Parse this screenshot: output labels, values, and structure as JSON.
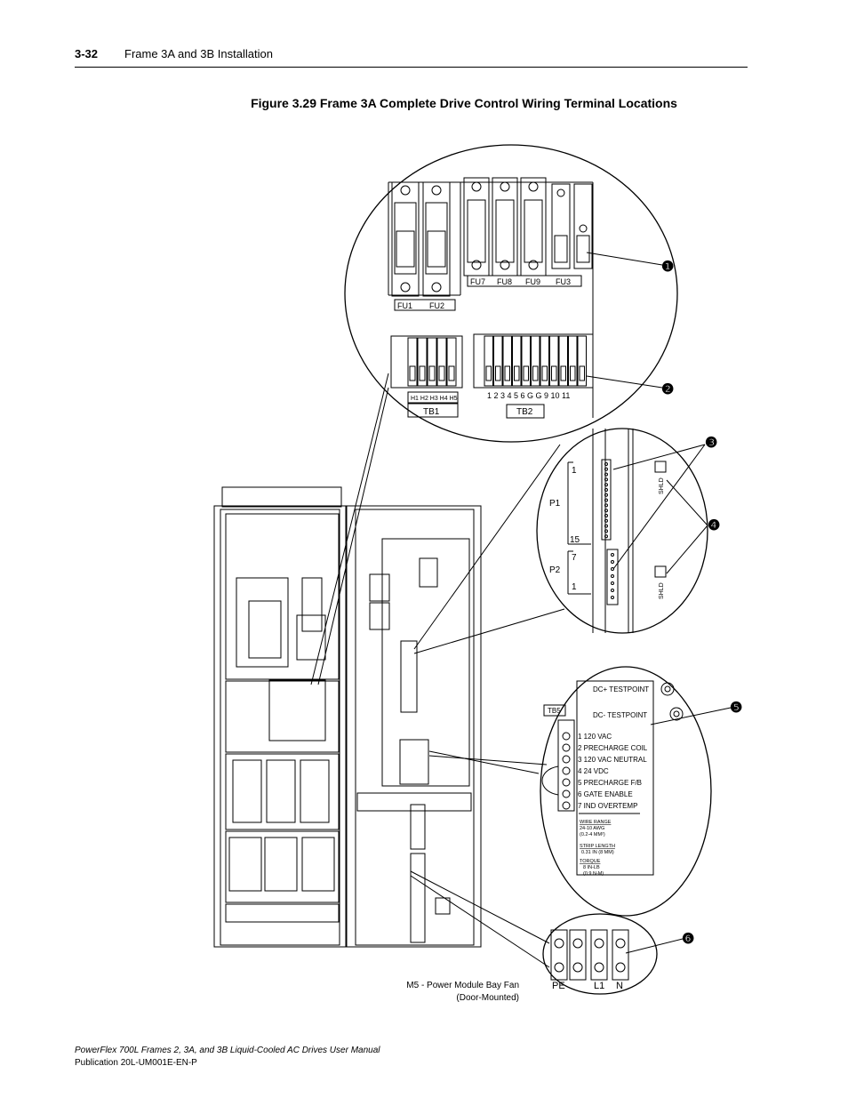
{
  "header": {
    "page_number": "3-32",
    "section_title": "Frame 3A and 3B Installation"
  },
  "figure": {
    "caption": "Figure 3.29   Frame 3A Complete Drive Control Wiring Terminal Locations",
    "callouts": [
      "❶",
      "❷",
      "❸",
      "❹",
      "❺",
      "❻"
    ],
    "zoom1": {
      "fuse_labels_top": [
        "FU7",
        "FU8",
        "FU9",
        "FU3"
      ],
      "fuse_labels_left": [
        "FU1",
        "FU2"
      ],
      "tb1_terminals": "H1 H2 H3 H4 H5",
      "tb1_label": "TB1",
      "tb2_terminals": "1  2  3  4  5  6  G  G  9 10 11",
      "tb2_label": "TB2"
    },
    "zoom2": {
      "p1_label": "P1",
      "p1_top": "1",
      "p1_bottom": "15",
      "p2_label": "P2",
      "p2_top": "7",
      "p2_bottom": "1",
      "shld_label": "SHLD"
    },
    "zoom3": {
      "tb5_label": "TB5",
      "dc_plus": "DC+ TESTPOINT",
      "dc_minus": "DC- TESTPOINT",
      "terminals": [
        "1  120 VAC",
        "2  PRECHARGE COIL",
        "3  120 VAC NEUTRAL",
        "4  24 VDC",
        "5  PRECHARGE F/B",
        "6  GATE ENABLE",
        "7  IND OVERTEMP"
      ],
      "wire_range_title": "WIRE RANGE",
      "wire_range_value": "24-10 AWG",
      "wire_range_value2": "(0.2-4 MM²)",
      "strip_title": "STRIP LENGTH",
      "strip_value": "0.31 IN (8 MM)",
      "torque_title": "TORQUE",
      "torque_value": "8 IN-LB",
      "torque_value2": "(0.9 N-M)"
    },
    "zoom4": {
      "labels": [
        "PE",
        "L1",
        "N"
      ],
      "fan_caption_1": "M5 - Power Module Bay Fan",
      "fan_caption_2": "(Door-Mounted)"
    }
  },
  "footer": {
    "manual_title": "PowerFlex 700L Frames 2, 3A, and 3B Liquid-Cooled AC Drives User Manual",
    "publication": "Publication 20L-UM001E-EN-P"
  }
}
